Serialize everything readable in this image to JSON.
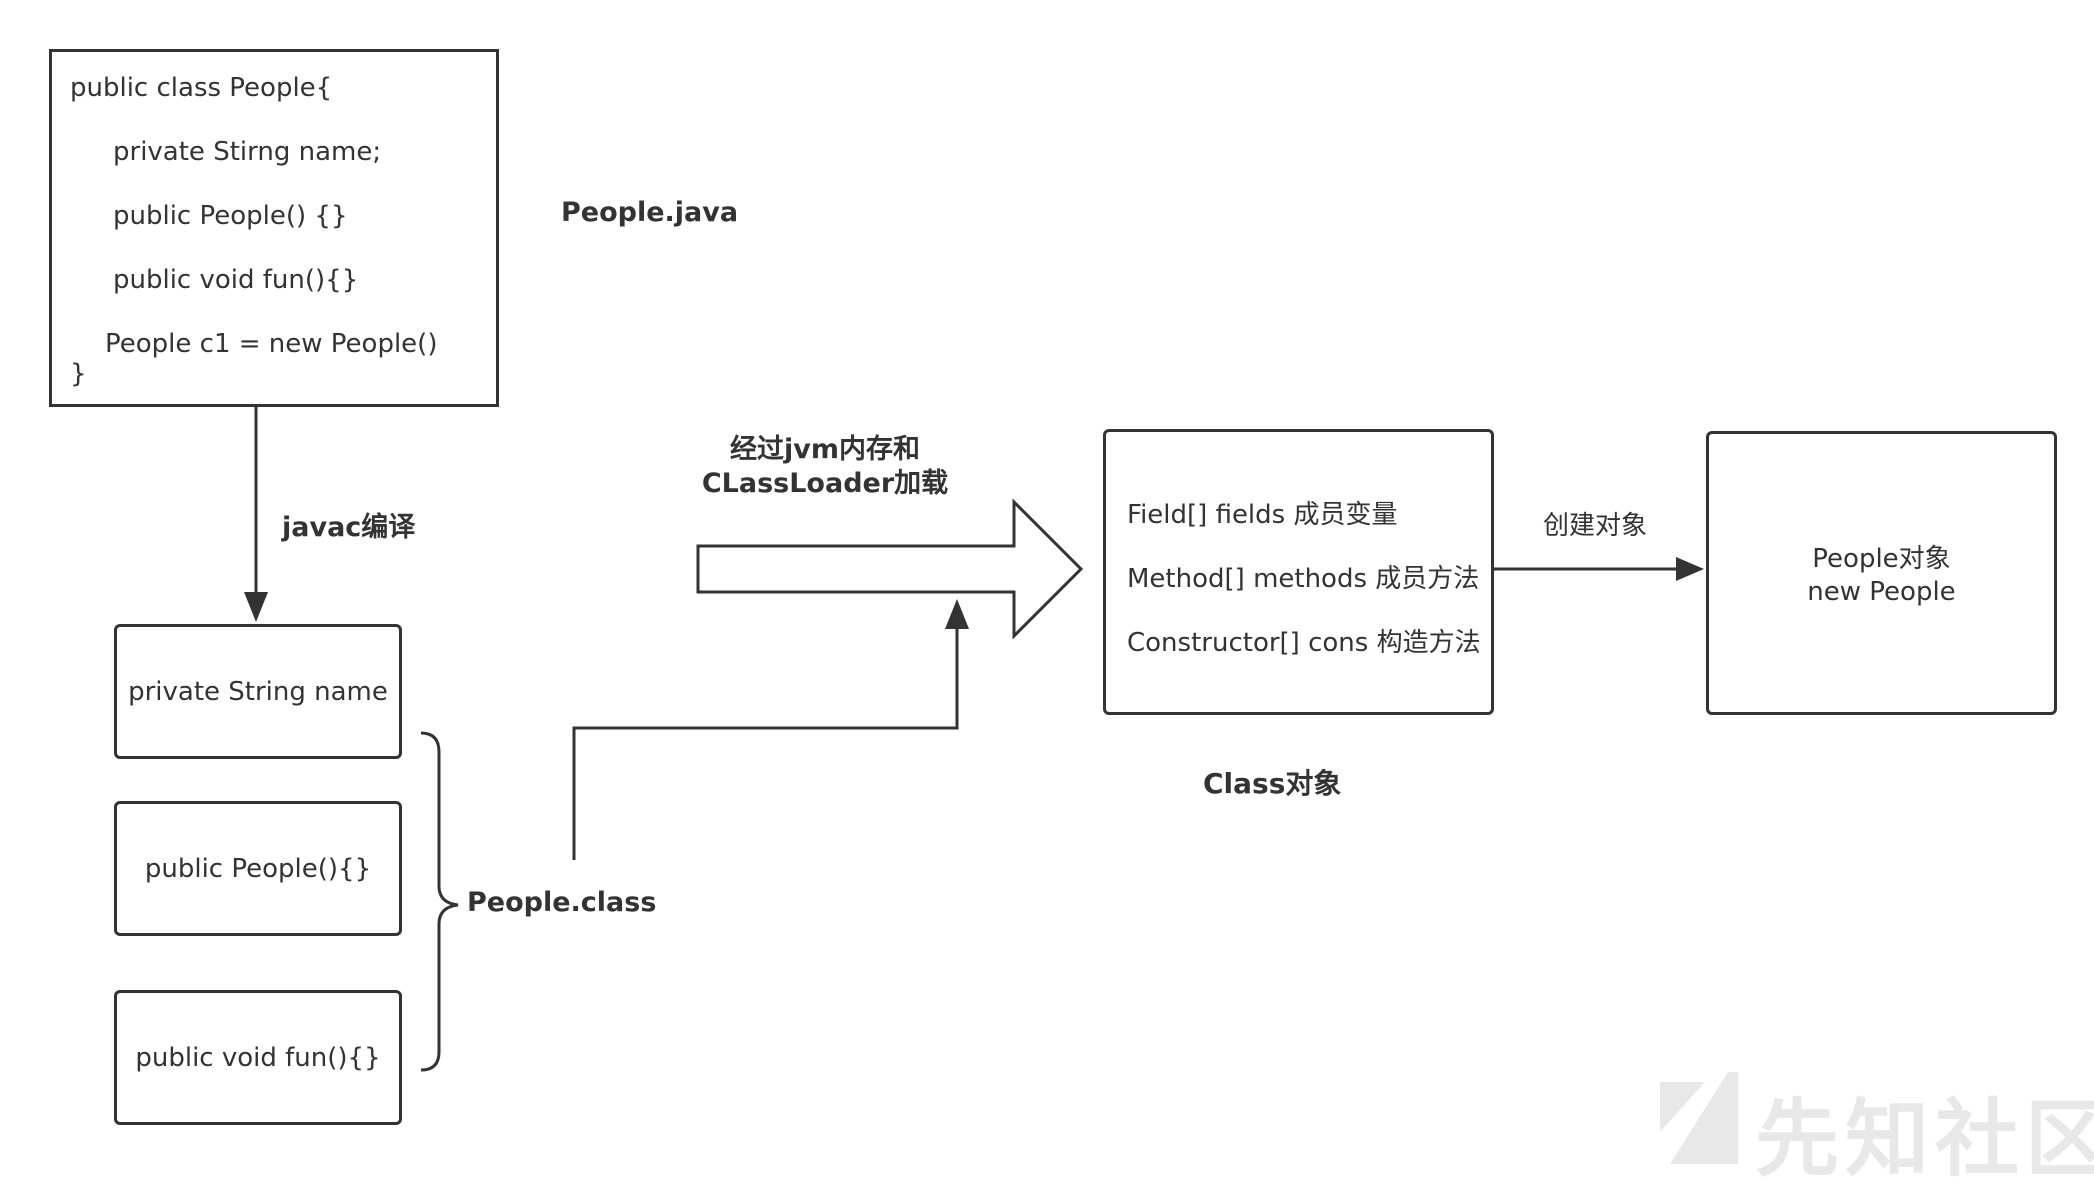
{
  "source": {
    "lines": [
      "public class People{",
      "private Stirng name;",
      "public People() {}",
      "public void fun(){}",
      "People c1 = new People()",
      "}"
    ],
    "file_label": "People.java"
  },
  "compile_label": "javac编译",
  "class_file": {
    "members": [
      "private String name",
      "public People(){}",
      "public void fun(){}"
    ],
    "label": "People.class"
  },
  "load_label": {
    "line1": "经过jvm内存和",
    "line2": "CLassLoader加载"
  },
  "class_object": {
    "rows": [
      "Field[] fields 成员变量",
      "Method[] methods 成员方法",
      "Constructor[] cons 构造方法"
    ],
    "label": "Class对象"
  },
  "create_label": "创建对象",
  "people_object": {
    "line1": "People对象",
    "line2": "new People"
  },
  "watermark": {
    "text": "先知社区",
    "icon": "slash-logo-icon"
  },
  "colors": {
    "stroke": "#333333",
    "background": "#ffffff"
  }
}
